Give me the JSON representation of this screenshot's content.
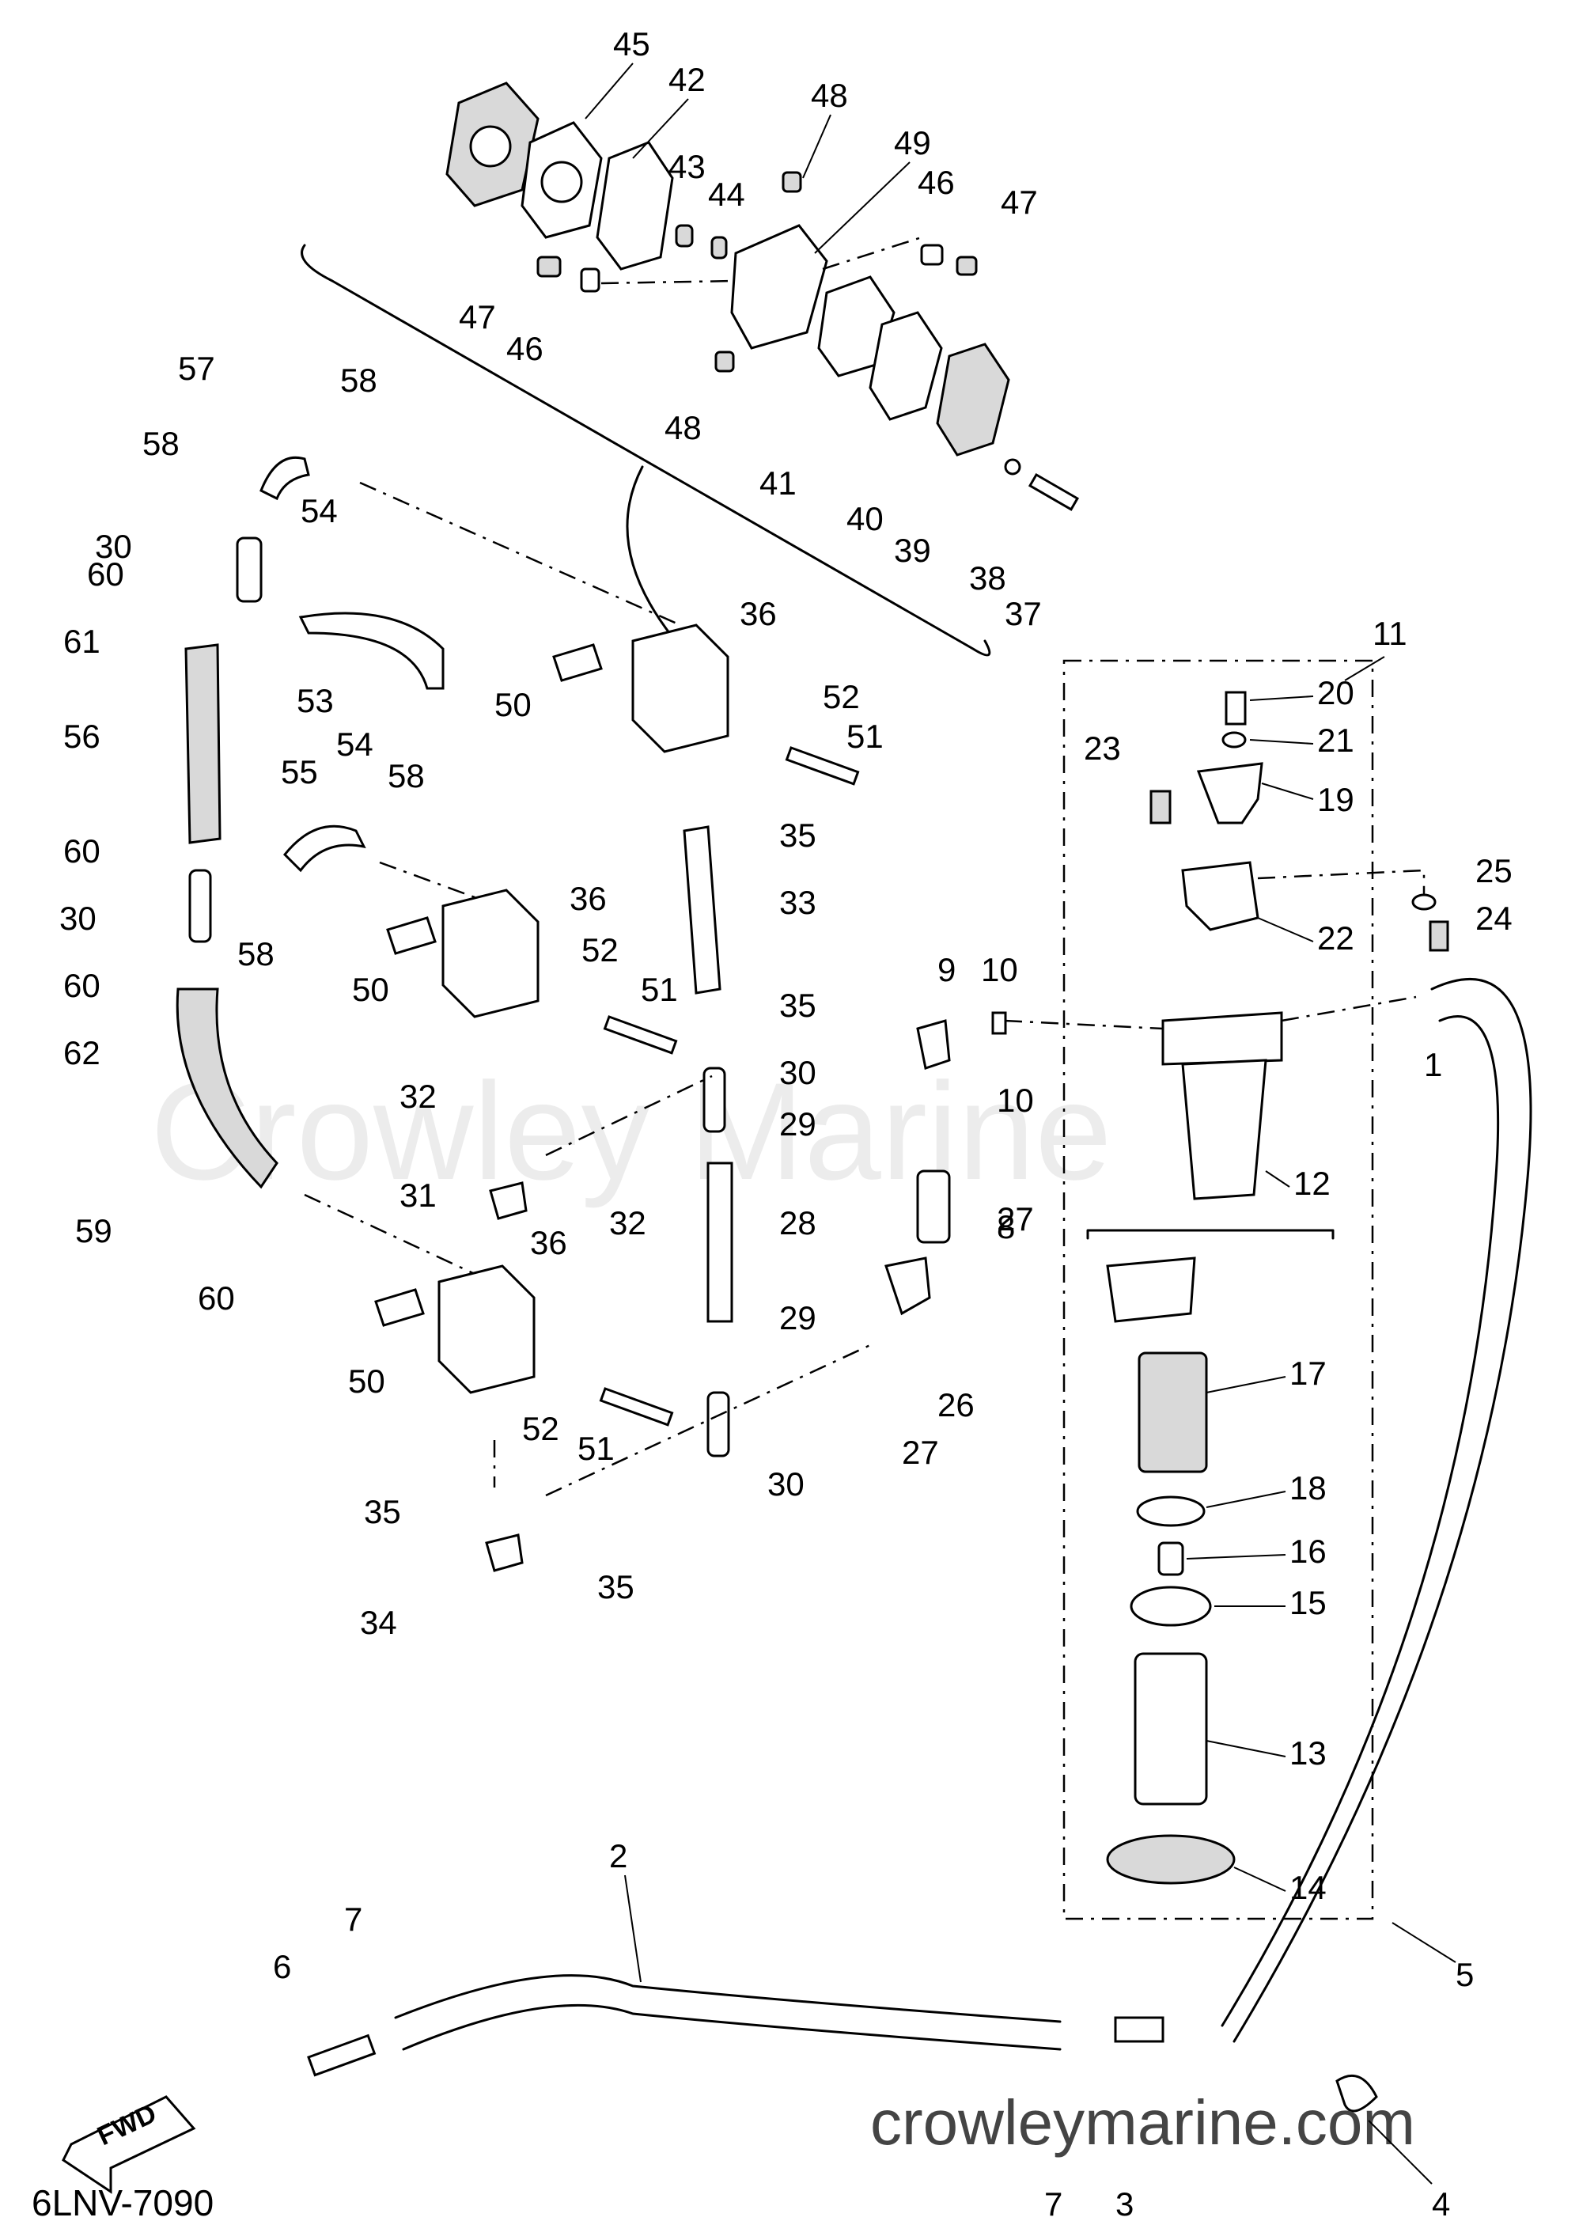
{
  "diagram": {
    "code": "6LNV-7090",
    "watermark": "Crowley Marine",
    "website": "crowleymarine.com",
    "fwd_label": "FWD"
  },
  "callouts": [
    {
      "id": "1",
      "text": "1"
    },
    {
      "id": "2",
      "text": "2"
    },
    {
      "id": "3",
      "text": "3"
    },
    {
      "id": "4",
      "text": "4"
    },
    {
      "id": "5",
      "text": "5"
    },
    {
      "id": "6",
      "text": "6"
    },
    {
      "id": "7a",
      "text": "7"
    },
    {
      "id": "7b",
      "text": "7"
    },
    {
      "id": "8",
      "text": "8"
    },
    {
      "id": "9",
      "text": "9"
    },
    {
      "id": "10a",
      "text": "10"
    },
    {
      "id": "10b",
      "text": "10"
    },
    {
      "id": "11",
      "text": "11"
    },
    {
      "id": "12",
      "text": "12"
    },
    {
      "id": "13",
      "text": "13"
    },
    {
      "id": "14",
      "text": "14"
    },
    {
      "id": "15",
      "text": "15"
    },
    {
      "id": "16",
      "text": "16"
    },
    {
      "id": "17",
      "text": "17"
    },
    {
      "id": "18",
      "text": "18"
    },
    {
      "id": "19",
      "text": "19"
    },
    {
      "id": "20",
      "text": "20"
    },
    {
      "id": "21",
      "text": "21"
    },
    {
      "id": "22",
      "text": "22"
    },
    {
      "id": "23",
      "text": "23"
    },
    {
      "id": "24",
      "text": "24"
    },
    {
      "id": "25",
      "text": "25"
    },
    {
      "id": "26",
      "text": "26"
    },
    {
      "id": "27a",
      "text": "27"
    },
    {
      "id": "27b",
      "text": "27"
    },
    {
      "id": "28",
      "text": "28"
    },
    {
      "id": "29a",
      "text": "29"
    },
    {
      "id": "29b",
      "text": "29"
    },
    {
      "id": "30a",
      "text": "30"
    },
    {
      "id": "30b",
      "text": "30"
    },
    {
      "id": "30c",
      "text": "30"
    },
    {
      "id": "30d",
      "text": "30"
    },
    {
      "id": "31",
      "text": "31"
    },
    {
      "id": "32a",
      "text": "32"
    },
    {
      "id": "32b",
      "text": "32"
    },
    {
      "id": "33",
      "text": "33"
    },
    {
      "id": "34",
      "text": "34"
    },
    {
      "id": "35a",
      "text": "35"
    },
    {
      "id": "35b",
      "text": "35"
    },
    {
      "id": "35c",
      "text": "35"
    },
    {
      "id": "35d",
      "text": "35"
    },
    {
      "id": "36a",
      "text": "36"
    },
    {
      "id": "36b",
      "text": "36"
    },
    {
      "id": "36c",
      "text": "36"
    },
    {
      "id": "37",
      "text": "37"
    },
    {
      "id": "38",
      "text": "38"
    },
    {
      "id": "39",
      "text": "39"
    },
    {
      "id": "40",
      "text": "40"
    },
    {
      "id": "41",
      "text": "41"
    },
    {
      "id": "42",
      "text": "42"
    },
    {
      "id": "43",
      "text": "43"
    },
    {
      "id": "44",
      "text": "44"
    },
    {
      "id": "45",
      "text": "45"
    },
    {
      "id": "46a",
      "text": "46"
    },
    {
      "id": "46b",
      "text": "46"
    },
    {
      "id": "47a",
      "text": "47"
    },
    {
      "id": "47b",
      "text": "47"
    },
    {
      "id": "48a",
      "text": "48"
    },
    {
      "id": "48b",
      "text": "48"
    },
    {
      "id": "49",
      "text": "49"
    },
    {
      "id": "50a",
      "text": "50"
    },
    {
      "id": "50b",
      "text": "50"
    },
    {
      "id": "50c",
      "text": "50"
    },
    {
      "id": "51a",
      "text": "51"
    },
    {
      "id": "51b",
      "text": "51"
    },
    {
      "id": "51c",
      "text": "51"
    },
    {
      "id": "52a",
      "text": "52"
    },
    {
      "id": "52b",
      "text": "52"
    },
    {
      "id": "52c",
      "text": "52"
    },
    {
      "id": "53",
      "text": "53"
    },
    {
      "id": "54a",
      "text": "54"
    },
    {
      "id": "54b",
      "text": "54"
    },
    {
      "id": "55",
      "text": "55"
    },
    {
      "id": "56",
      "text": "56"
    },
    {
      "id": "57",
      "text": "57"
    },
    {
      "id": "58a",
      "text": "58"
    },
    {
      "id": "58b",
      "text": "58"
    },
    {
      "id": "58c",
      "text": "58"
    },
    {
      "id": "58d",
      "text": "58"
    },
    {
      "id": "59",
      "text": "59"
    },
    {
      "id": "60a",
      "text": "60"
    },
    {
      "id": "60b",
      "text": "60"
    },
    {
      "id": "60c",
      "text": "60"
    },
    {
      "id": "60d",
      "text": "60"
    },
    {
      "id": "61",
      "text": "61"
    },
    {
      "id": "62",
      "text": "62"
    }
  ]
}
